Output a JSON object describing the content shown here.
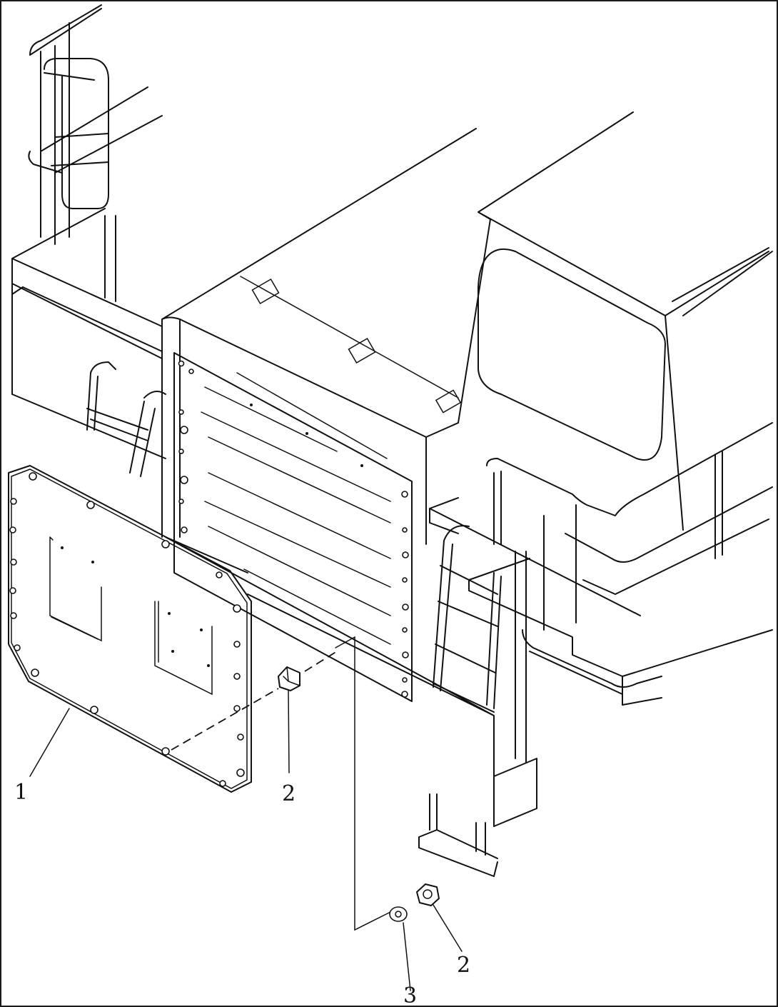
{
  "callouts": {
    "part_1": "1",
    "part_2_bolt": "2",
    "part_2_nut": "2",
    "part_3": "3"
  }
}
